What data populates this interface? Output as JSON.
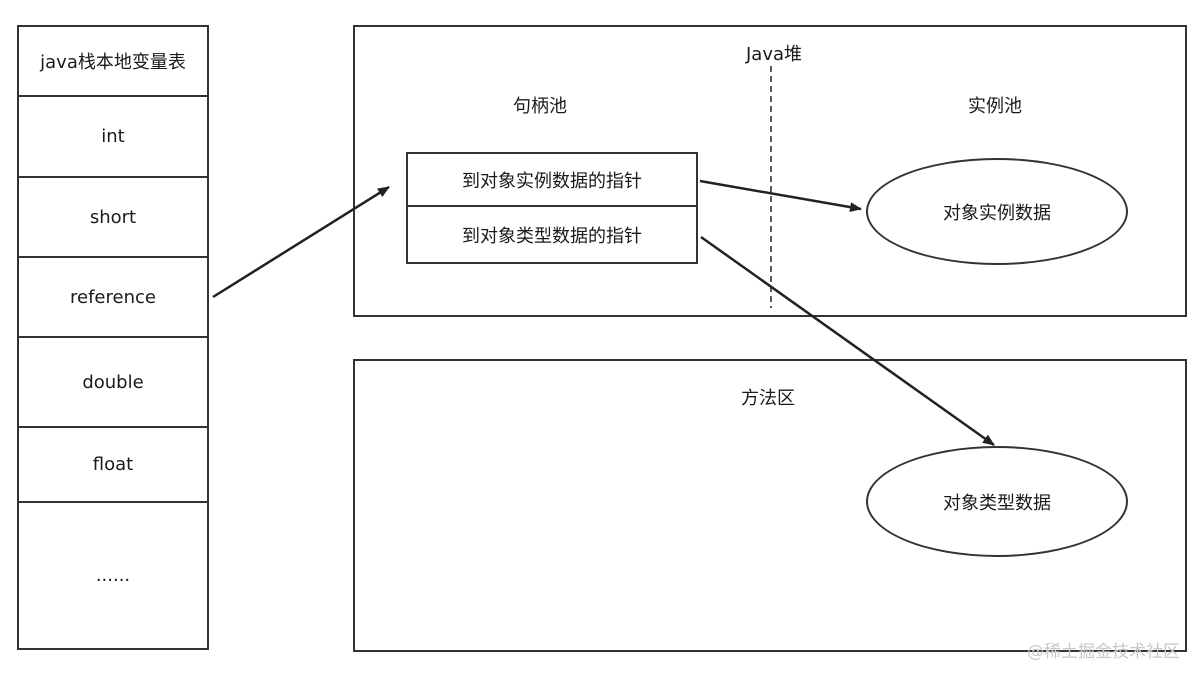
{
  "stack": {
    "title": "java栈本地变量表",
    "cells": [
      "int",
      "short",
      "reference",
      "double",
      "float",
      "......"
    ]
  },
  "heap": {
    "title": "Java堆",
    "handle_pool_label": "句柄池",
    "instance_pool_label": "实例池",
    "handle_rows": [
      "到对象实例数据的指针",
      "到对象类型数据的指针"
    ],
    "instance_data": "对象实例数据"
  },
  "method_area": {
    "title": "方法区",
    "type_data": "对象类型数据"
  },
  "watermark": "@稀土掘金技术社区"
}
